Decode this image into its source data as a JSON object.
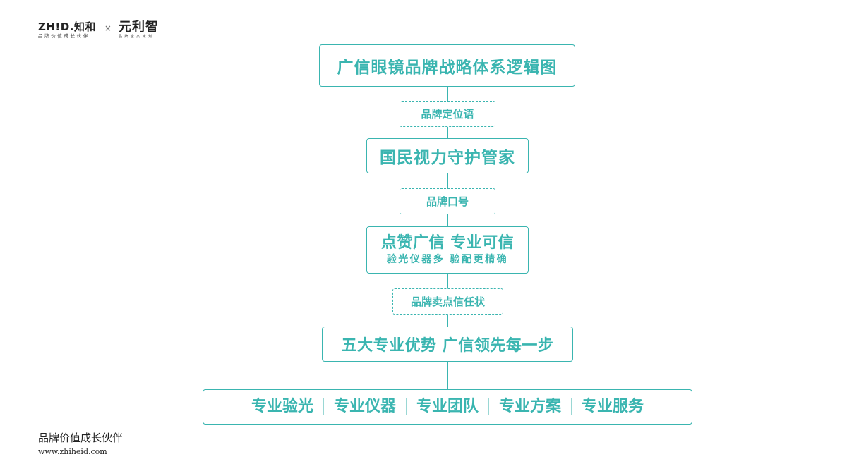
{
  "logo": {
    "zhid_main": "ZH!D.知和",
    "zhid_sub": "品牌价值成长伙伴",
    "separator": "×",
    "partner_main": "元利智",
    "partner_sub": "品牌全案策划"
  },
  "diagram": {
    "title": "广信眼镜品牌战略体系逻辑图",
    "positioning_label": "品牌定位语",
    "positioning": "国民视力守护管家",
    "slogan_label": "品牌口号",
    "slogan_main": "点赞广信 专业可信",
    "slogan_sub": "验光仪器多 验配更精确",
    "selling_label": "品牌卖点信任状",
    "selling_point": "五大专业优势 广信领先每一步",
    "items": [
      "专业验光",
      "专业仪器",
      "专业团队",
      "专业方案",
      "专业服务"
    ]
  },
  "footer": {
    "slogan": "品牌价值成长伙伴",
    "url": "www.zhiheid.com"
  },
  "colors": {
    "accent": "#3ab5b0",
    "text_dark": "#222222"
  }
}
